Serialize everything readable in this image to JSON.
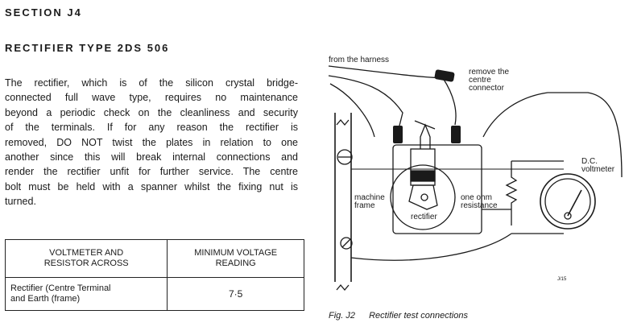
{
  "section": "SECTION J4",
  "title": "RECTIFIER TYPE 2DS 506",
  "paragraph_lines": [
    "The rectifier, which is of the silicon crystal bridge-",
    "connected full wave type, requires no maintenance",
    "beyond a periodic check on the cleanliness and security",
    "of the terminals. If for any reason the rectifier is",
    "removed, DO NOT twist the plates in relation to one",
    "another since this will break internal connections and",
    "render the rectifier unfit for further service. The centre",
    "bolt must be held with a spanner whilst the fixing nut is",
    "turned."
  ],
  "table": {
    "headers": [
      [
        "VOLTMETER AND",
        "RESISTOR ACROSS"
      ],
      [
        "MINIMUM VOLTAGE",
        "READING"
      ]
    ],
    "rows": [
      {
        "label_lines": [
          "Rectifier (Centre Terminal",
          "and Earth (frame)"
        ],
        "value": "7·5"
      }
    ]
  },
  "figure": {
    "labels": {
      "from_harness": "from the harness",
      "remove_1": "remove the",
      "remove_2": "centre",
      "remove_3": "connector",
      "dc_1": "D.C.",
      "dc_2": "voltmeter",
      "machine_1": "machine",
      "machine_2": "frame",
      "rectifier": "rectifier",
      "ohm_1": "one ohm",
      "ohm_2": "resistance",
      "ref": "J/15"
    },
    "caption_num": "Fig. J2",
    "caption_text": "Rectifier test connections"
  }
}
